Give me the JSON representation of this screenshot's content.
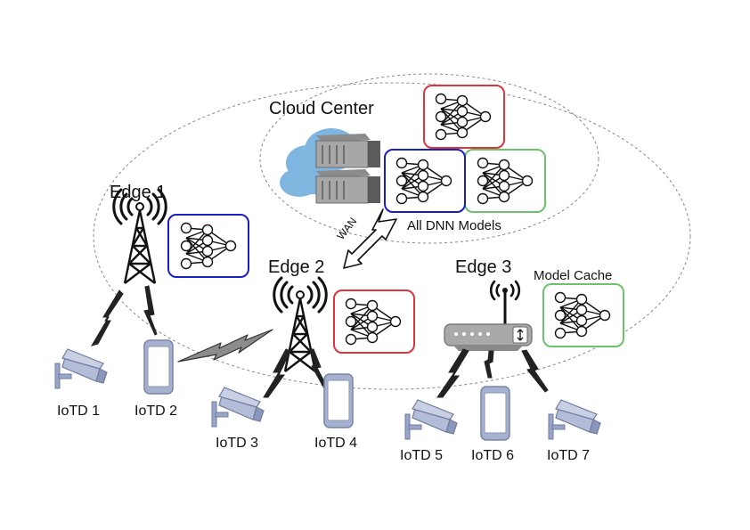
{
  "cloud": {
    "label": "Cloud Center",
    "models_label": "All DNN Models"
  },
  "wan_label": "WAN",
  "edges": [
    {
      "label": "Edge 1"
    },
    {
      "label": "Edge 2"
    },
    {
      "label": "Edge 3",
      "cache_label": "Model Cache"
    }
  ],
  "iotds": [
    {
      "label": "IoTD 1",
      "kind": "camera"
    },
    {
      "label": "IoTD 2",
      "kind": "phone"
    },
    {
      "label": "IoTD 3",
      "kind": "camera"
    },
    {
      "label": "IoTD 4",
      "kind": "phone"
    },
    {
      "label": "IoTD 5",
      "kind": "camera"
    },
    {
      "label": "IoTD 6",
      "kind": "phone"
    },
    {
      "label": "IoTD 7",
      "kind": "camera"
    }
  ],
  "colors": {
    "red": "#d9363e",
    "blue": "#1c1fbf",
    "green": "#6cc36c",
    "cloud": "#7fb6e0",
    "device": "#9aa6c8",
    "lightning": "#222222"
  },
  "icons": [
    "cloud-icon",
    "server-icon",
    "tower-icon",
    "router-icon",
    "camera-icon",
    "phone-icon",
    "lightning-icon",
    "neural-network-icon"
  ]
}
